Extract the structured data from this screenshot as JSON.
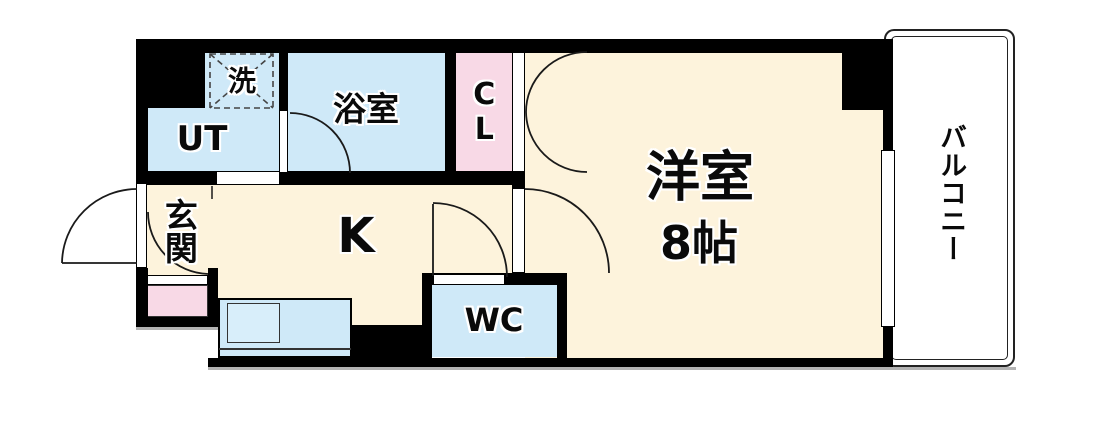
{
  "floorplan": {
    "rooms": {
      "western_room": {
        "name": "洋室",
        "size": "8帖"
      },
      "kitchen": {
        "label": "K"
      },
      "bathroom": {
        "label": "浴室"
      },
      "utility": {
        "label": "UT"
      },
      "washing_machine": {
        "label": "洗"
      },
      "closet": {
        "label": "CL"
      },
      "entrance": {
        "label": "玄関"
      },
      "toilet": {
        "label": "WC"
      },
      "balcony": {
        "label": "バルコニー"
      }
    },
    "colors": {
      "floor_cream": "#fdf3dc",
      "water_blue": "#cfe9f8",
      "closet_pink": "#f8d9e6",
      "wall_black": "#000000",
      "balcony_white": "#ffffff",
      "shadow_gray": "#b3b3b3"
    }
  }
}
